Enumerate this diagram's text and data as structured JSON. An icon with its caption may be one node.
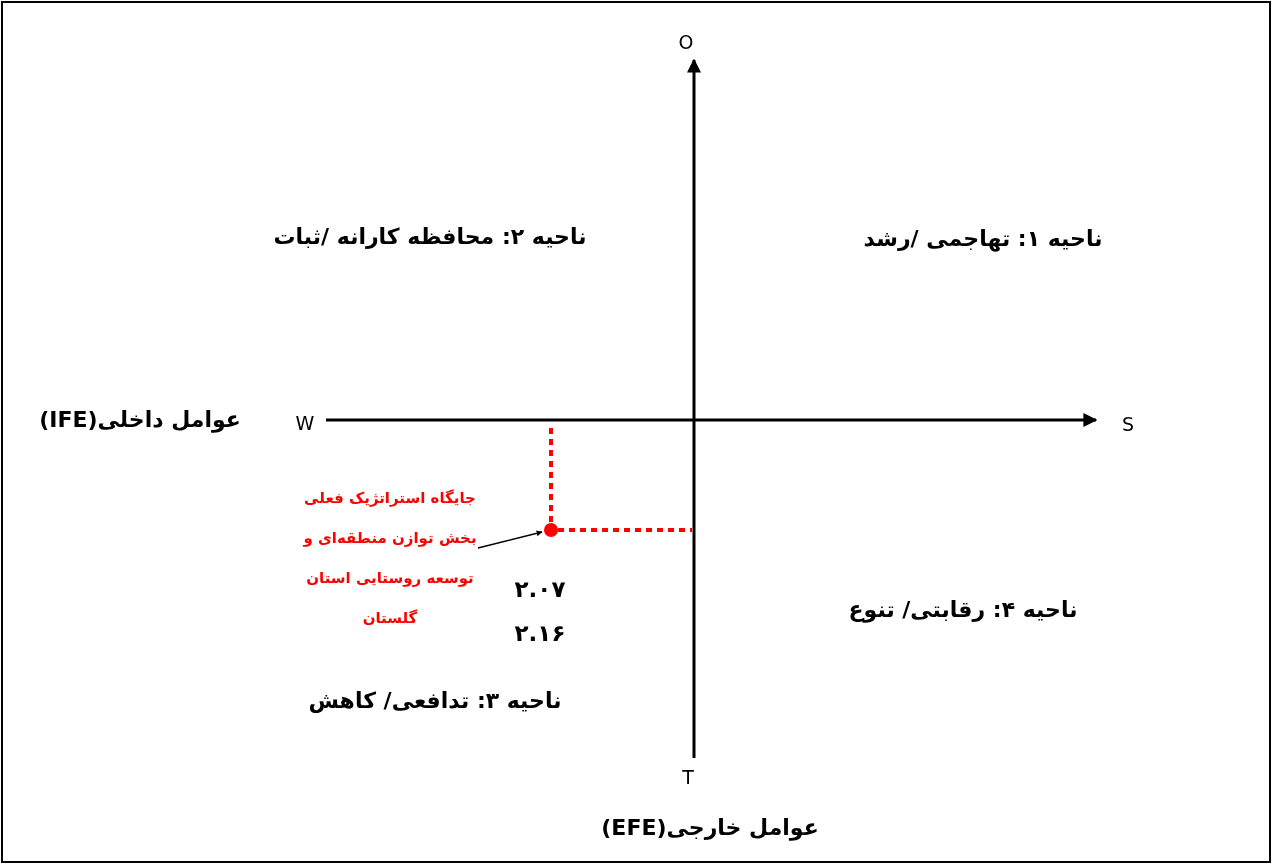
{
  "diagram": {
    "nodes": [
      {
        "text": [
          "جایگاه استراتژیک فعلی بخش توازن منطقه‌ای و توسعه روستایی استان گلستان"
        ]
      },
      {
        "text": [],
        "shape": "circle"
      }
    ],
    "edges": [
      {
        "from": 0,
        "to": 1,
        "arrow": "to"
      }
    ],
    "labels": [
      "O",
      "ناحیه ۲: محافظه کارانه /ثبات",
      "ناحیه ۱: تهاجمی /رشد",
      "عوامل داخلی(IFE)",
      "W",
      "S",
      "۲.۰۷",
      "۲.۱۶",
      "ناحیه ۴: رقابتی/ تنوع",
      "ناحیه ۳: تدافعی/ کاهش",
      "T",
      "عوامل خارجی(EFE)"
    ]
  }
}
